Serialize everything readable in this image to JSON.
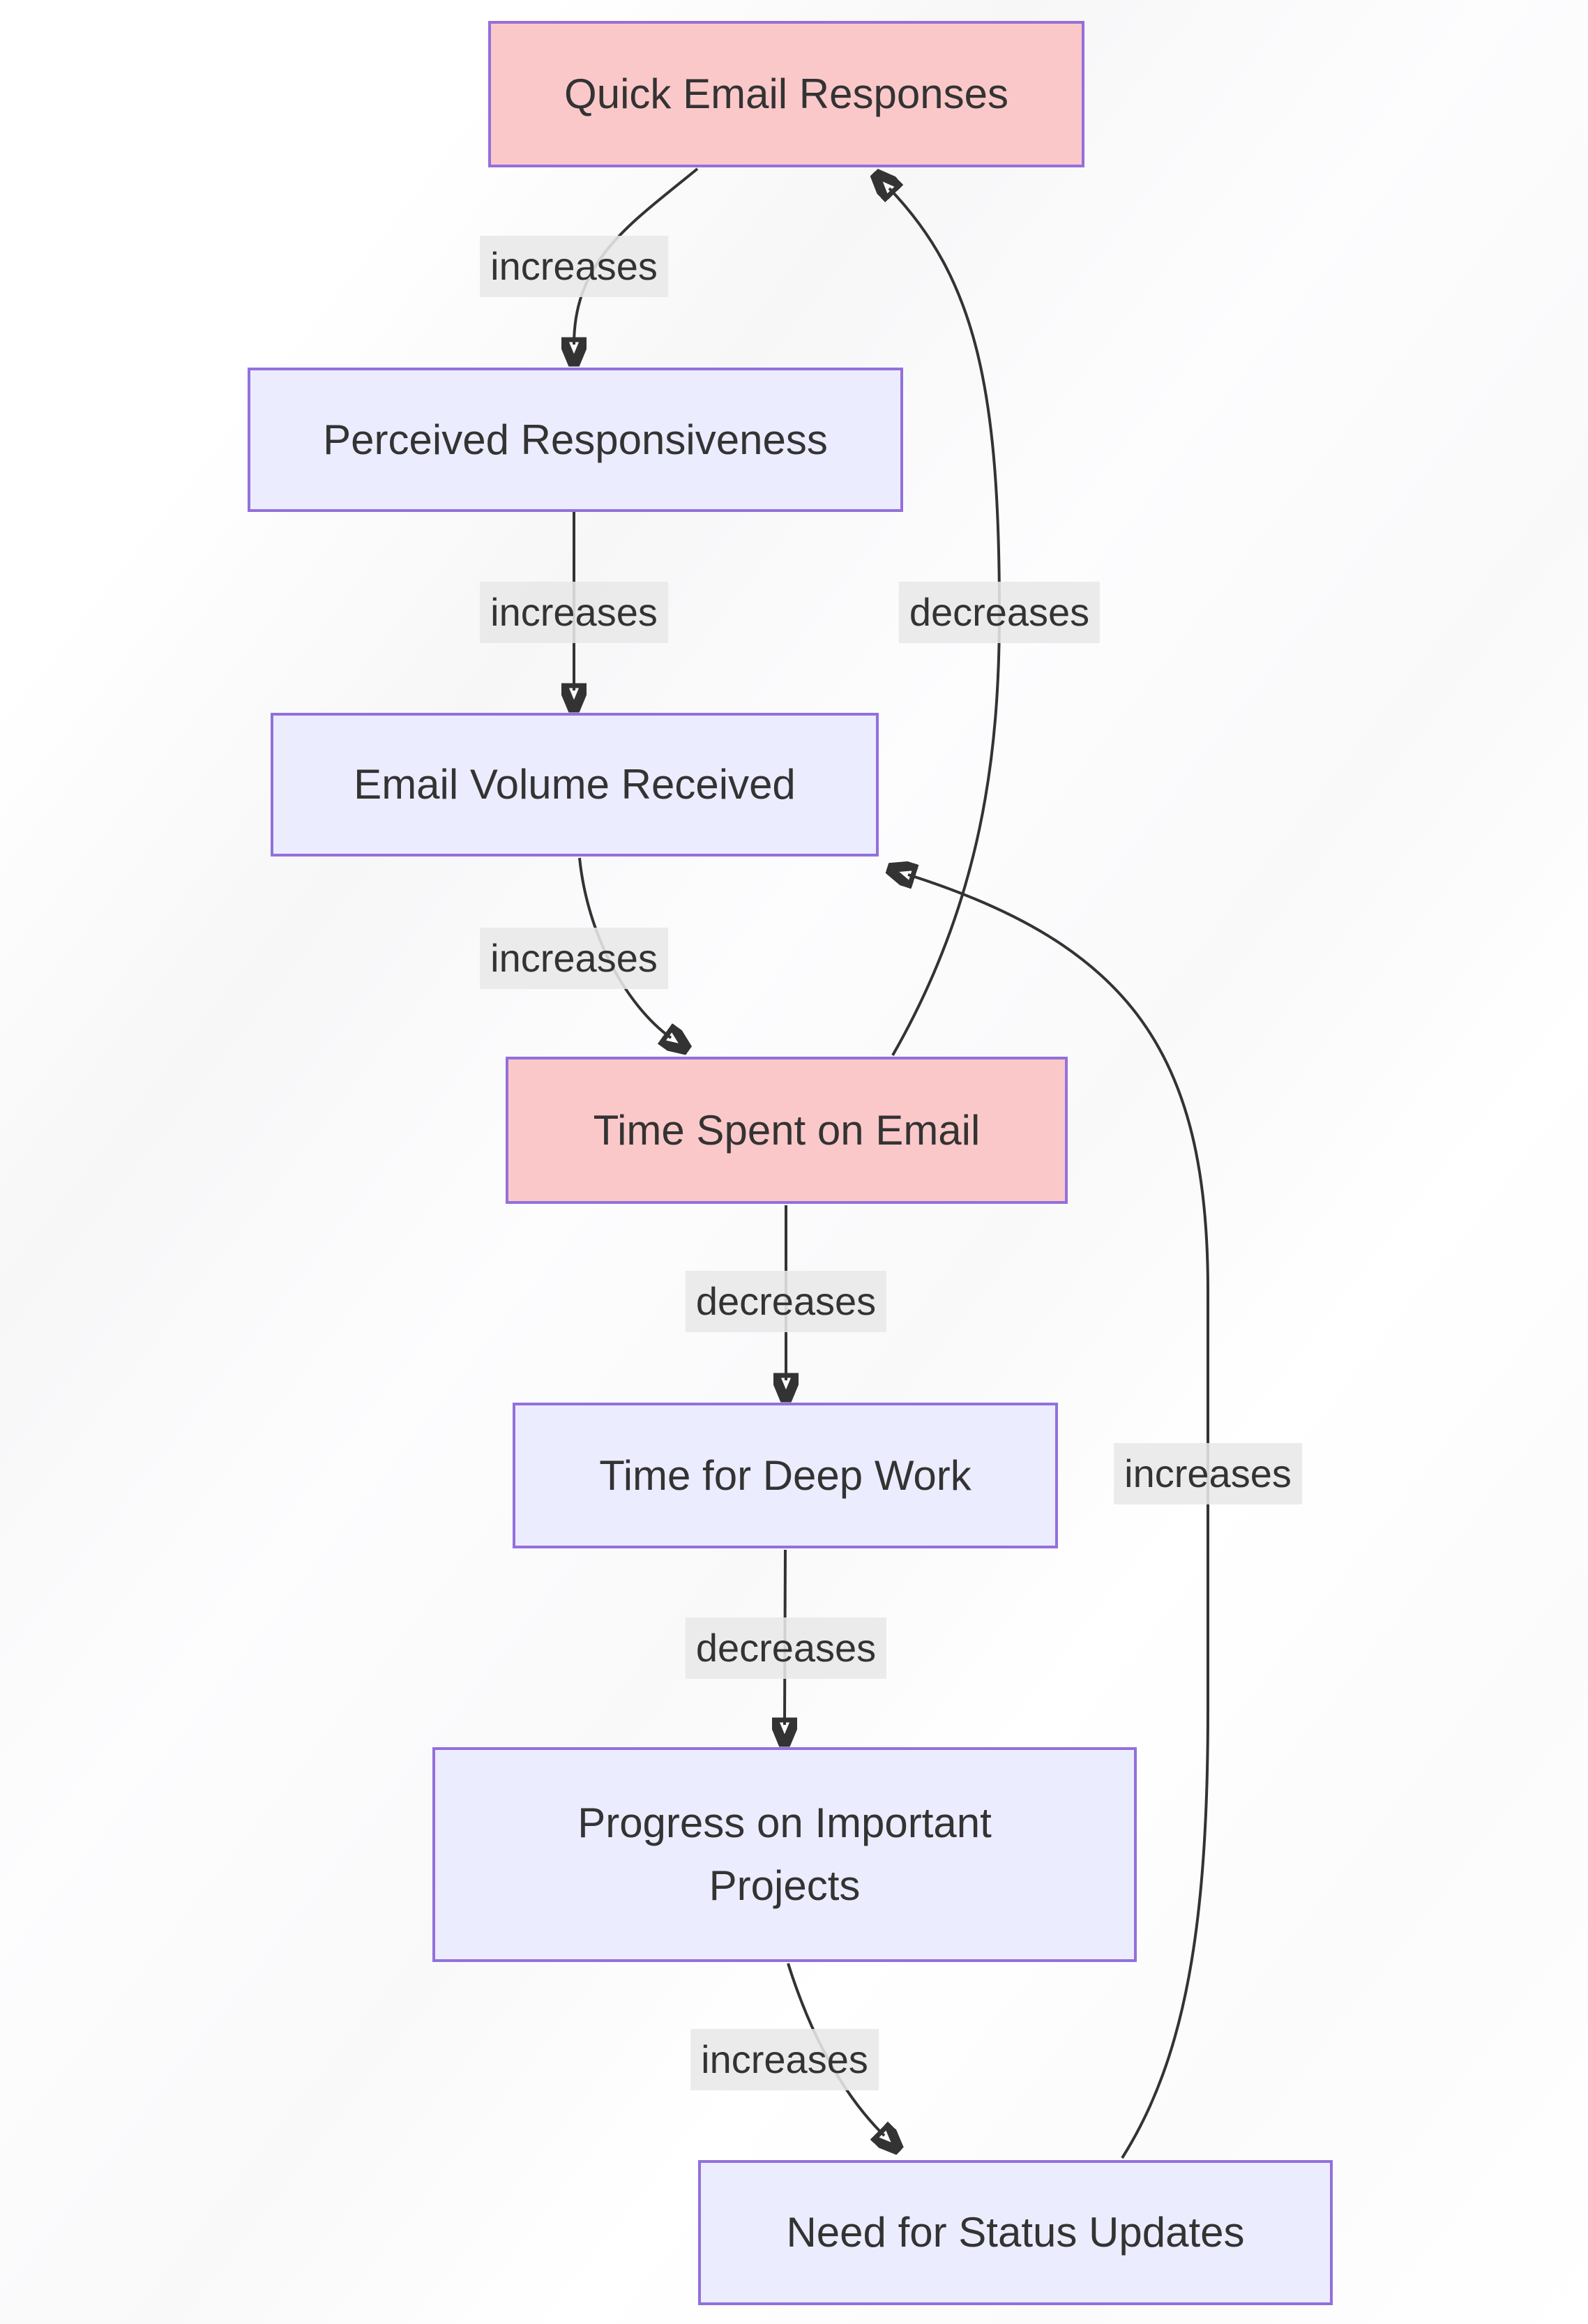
{
  "diagram": {
    "type": "flowchart",
    "nodes": [
      {
        "id": "quick-email-responses",
        "label": "Quick Email Responses",
        "variant": "highlight"
      },
      {
        "id": "perceived-responsiveness",
        "label": "Perceived Responsiveness",
        "variant": "default"
      },
      {
        "id": "email-volume-received",
        "label": "Email Volume Received",
        "variant": "default"
      },
      {
        "id": "time-spent-on-email",
        "label": "Time Spent on Email",
        "variant": "highlight"
      },
      {
        "id": "time-for-deep-work",
        "label": "Time for Deep Work",
        "variant": "default"
      },
      {
        "id": "progress-on-important-projects",
        "label": "Progress on Important Projects",
        "variant": "default"
      },
      {
        "id": "need-for-status-updates",
        "label": "Need for Status Updates",
        "variant": "default"
      }
    ],
    "edges": [
      {
        "from": "Quick Email Responses",
        "to": "Perceived Responsiveness",
        "label": "increases"
      },
      {
        "from": "Perceived Responsiveness",
        "to": "Email Volume Received",
        "label": "increases"
      },
      {
        "from": "Email Volume Received",
        "to": "Time Spent on Email",
        "label": "increases"
      },
      {
        "from": "Time Spent on Email",
        "to": "Quick Email Responses",
        "label": "decreases"
      },
      {
        "from": "Time Spent on Email",
        "to": "Time for Deep Work",
        "label": "decreases"
      },
      {
        "from": "Time for Deep Work",
        "to": "Progress on Important Projects",
        "label": "decreases"
      },
      {
        "from": "Progress on Important Projects",
        "to": "Need for Status Updates",
        "label": "increases"
      },
      {
        "from": "Need for Status Updates",
        "to": "Email Volume Received",
        "label": "increases"
      }
    ]
  },
  "colors": {
    "node_border": "#9370DB",
    "node_fill": "#ECECFF",
    "node_fill_highlight": "#fbc8ca",
    "edge_line": "#333333",
    "edge_label_bg": "#e8e8e8",
    "text": "#333333"
  }
}
